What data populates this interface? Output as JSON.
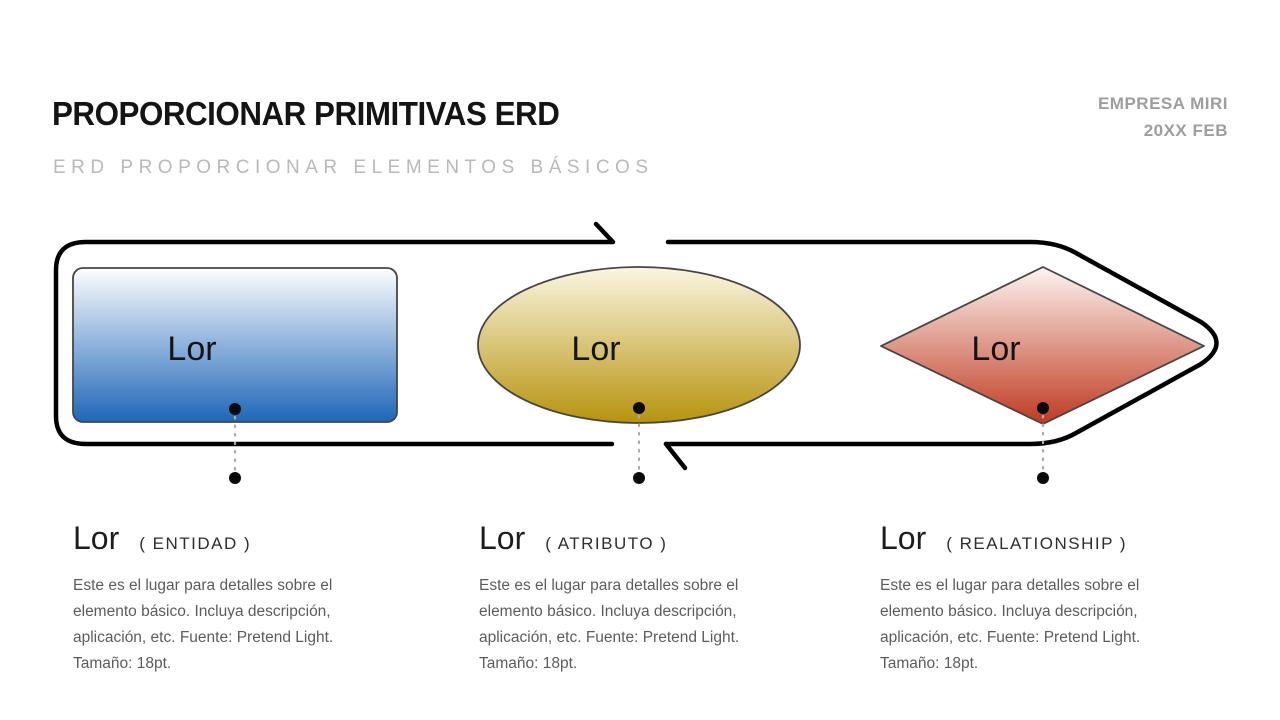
{
  "slide": {
    "title": "PROPORCIONAR PRIMITIVAS ERD",
    "subtitle": "ERD PROPORCIONAR ELEMENTOS BÁSICOS",
    "company": "EMPRESA MIRI",
    "date": "20XX FEB"
  },
  "colors": {
    "outline": "#000000",
    "connector": "#ababab",
    "dot": "#0a0a0a",
    "entity_top": "#fdfeff",
    "entity_bottom": "#1f66b8",
    "attribute_top": "#fbf6e2",
    "attribute_bottom": "#b6930e",
    "relationship_top": "#fdf4f1",
    "relationship_bottom": "#bf3a21",
    "shape_stroke": "#454545"
  },
  "shapes": [
    {
      "name": "entity",
      "label": "Lor"
    },
    {
      "name": "attribute",
      "label": "Lor"
    },
    {
      "name": "relationship",
      "label": "Lor"
    }
  ],
  "columns": [
    {
      "label": "Lor",
      "caption": "( ENTIDAD )",
      "body_lines": [
        "Este es el lugar para detalles sobre el",
        "elemento básico. Incluya descripción,",
        "aplicación, etc. Fuente: Pretend Light.",
        "Tamaño: 18pt."
      ]
    },
    {
      "label": "Lor",
      "caption": "( ATRIBUTO )",
      "body_lines": [
        "Este es el lugar para detalles sobre el",
        "elemento básico. Incluya descripción,",
        "aplicación, etc. Fuente: Pretend Light.",
        "Tamaño: 18pt."
      ]
    },
    {
      "label": "Lor",
      "caption": "( REALATIONSHIP )",
      "body_lines": [
        "Este es el lugar para detalles sobre el",
        "elemento básico. Incluya descripción,",
        "aplicación, etc. Fuente: Pretend Light.",
        "Tamaño: 18pt."
      ]
    }
  ]
}
